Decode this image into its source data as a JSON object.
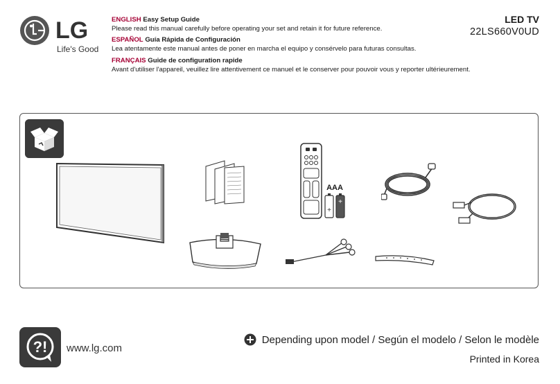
{
  "brand": {
    "wordmark": "LG",
    "tagline": "Life's Good"
  },
  "languages": [
    {
      "name": "ENGLISH",
      "title": "Easy Setup Guide",
      "description": "Please read this manual carefully before operating your set and retain it for future reference."
    },
    {
      "name": "ESPAÑOL",
      "title": "Guía Rápida de Configuración",
      "description": "Lea atentamente este manual antes de poner en marcha el equipo y consérvelo para futuras consultas."
    },
    {
      "name": "FRANÇAIS",
      "title": "Guide de configuration rapide",
      "description": "Avant d'utiliser l'appareil, veuillez lire attentivement ce manuel et le conserver pour pouvoir vous y reporter ultérieurement."
    }
  ],
  "product": {
    "type": "LED TV",
    "model": "22LS660V0UD"
  },
  "contents": {
    "box_icon": "open-box-icon",
    "battery_label": "AAA",
    "items": [
      "tv-panel",
      "manual-booklets",
      "remote-control",
      "batteries",
      "power-cord",
      "lan-cable",
      "stand-base",
      "av-adapter-cable",
      "cable-tie"
    ]
  },
  "footer": {
    "website": "www.lg.com",
    "model_note": "Depending upon model / Según el modelo / Selon le modèle",
    "printed": "Printed in Korea"
  },
  "colors": {
    "accent": "#a50034",
    "logo": "#a50034",
    "dark": "#3a3a3a"
  }
}
